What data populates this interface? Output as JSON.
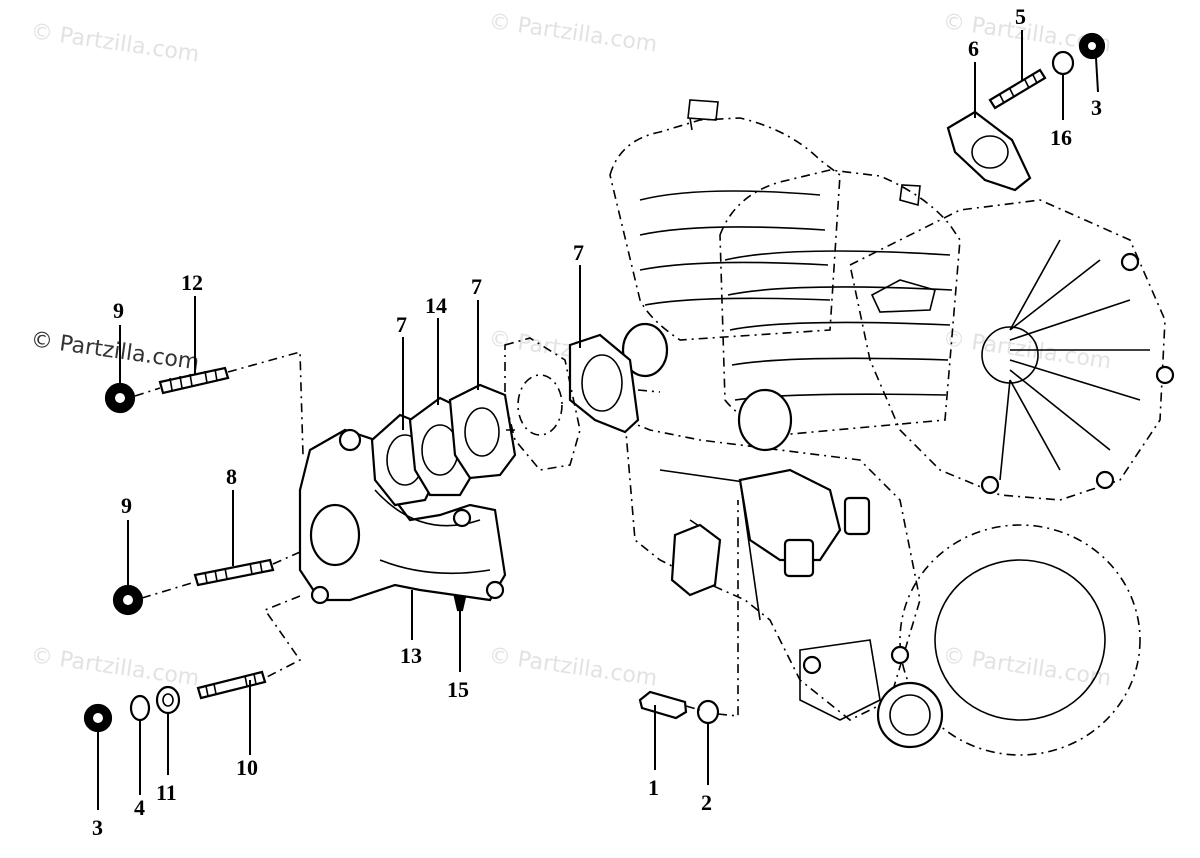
{
  "watermark": "© Partzilla.com",
  "callouts": {
    "n1": "1",
    "n2": "2",
    "n3a": "3",
    "n3b": "3",
    "n4": "4",
    "n5": "5",
    "n6": "6",
    "n7a": "7",
    "n7b": "7",
    "n7c": "7",
    "n8": "8",
    "n9a": "9",
    "n9b": "9",
    "n10": "10",
    "n11": "11",
    "n12": "12",
    "n13": "13",
    "n14": "14",
    "n15": "15",
    "n16": "16"
  }
}
